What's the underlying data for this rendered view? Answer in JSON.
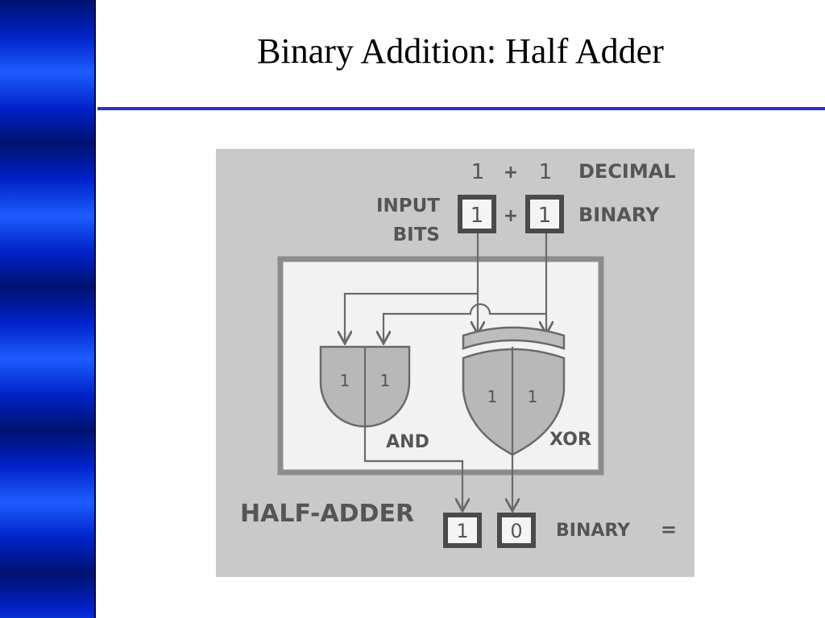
{
  "slide": {
    "title": "Binary Addition: Half Adder"
  },
  "figure": {
    "decimal_row": {
      "a": "1",
      "plus": "+",
      "b": "1",
      "label": "DECIMAL"
    },
    "binary_row": {
      "input_label_line1": "INPUT",
      "input_label_line2": "BITS",
      "a": "1",
      "plus": "+",
      "b": "1",
      "label": "BINARY"
    },
    "and_gate": {
      "label": "AND",
      "in_a": "1",
      "in_b": "1"
    },
    "xor_gate": {
      "label": "XOR",
      "in_a": "1",
      "in_b": "1"
    },
    "output": {
      "title": "HALF-ADDER",
      "carry": "1",
      "sum": "0",
      "label": "BINARY",
      "equals": "="
    }
  }
}
